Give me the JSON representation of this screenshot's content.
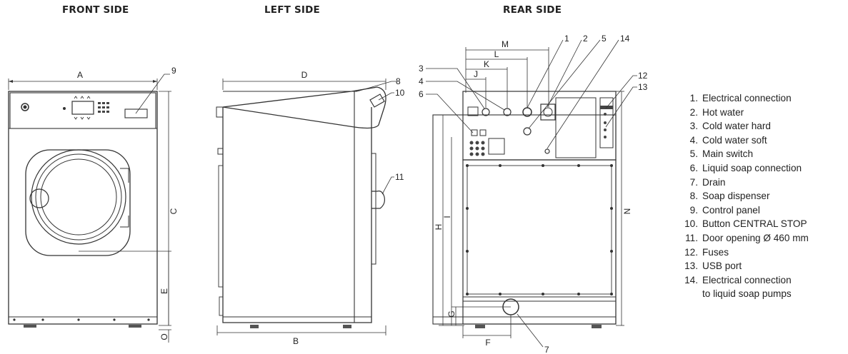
{
  "views": {
    "front": "FRONT SIDE",
    "left": "LEFT SIDE",
    "rear": "REAR SIDE"
  },
  "dimension_labels": {
    "A": "A",
    "B": "B",
    "C": "C",
    "D": "D",
    "E": "E",
    "F": "F",
    "G": "G",
    "H": "H",
    "I": "I",
    "J": "J",
    "K": "K",
    "L": "L",
    "M": "M",
    "N": "N",
    "O": "O"
  },
  "callout_numbers": [
    "1",
    "2",
    "3",
    "4",
    "5",
    "6",
    "7",
    "8",
    "9",
    "10",
    "11",
    "12",
    "13",
    "14"
  ],
  "legend": [
    {
      "num": "1.",
      "text": "Electrical connection"
    },
    {
      "num": "2.",
      "text": "Hot water"
    },
    {
      "num": "3.",
      "text": "Cold water hard"
    },
    {
      "num": "4.",
      "text": "Cold water soft"
    },
    {
      "num": "5.",
      "text": "Main switch"
    },
    {
      "num": "6.",
      "text": "Liquid soap connection"
    },
    {
      "num": "7.",
      "text": "Drain"
    },
    {
      "num": "8.",
      "text": "Soap dispenser"
    },
    {
      "num": "9.",
      "text": "Control panel"
    },
    {
      "num": "10.",
      "text": "Button CENTRAL STOP"
    },
    {
      "num": "11.",
      "text": "Door opening Ø 460 mm"
    },
    {
      "num": "12.",
      "text": "Fuses"
    },
    {
      "num": "13.",
      "text": "USB port"
    },
    {
      "num": "14.",
      "text": "Electrical connection\nto liquid soap pumps"
    }
  ]
}
